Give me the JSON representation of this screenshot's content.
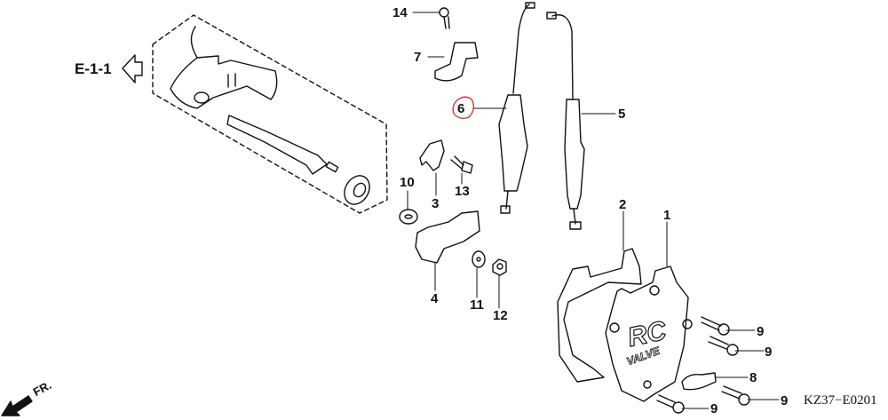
{
  "diagram": {
    "reference_label": "E-1-1",
    "front_label": "FR.",
    "diagram_code": "KZ37−E0201",
    "highlight_color": "#e0282c",
    "highlighted_callout": "6",
    "callouts": {
      "c1": "1",
      "c2": "2",
      "c3": "3",
      "c4": "4",
      "c5": "5",
      "c6": "6",
      "c7": "7",
      "c8": "8",
      "c9a": "9",
      "c9b": "9",
      "c9c": "9",
      "c9d": "9",
      "c10": "10",
      "c11": "11",
      "c12": "12",
      "c13": "13",
      "c14": "14"
    },
    "cover_text": "RC",
    "cover_subtext": "VALVE"
  }
}
